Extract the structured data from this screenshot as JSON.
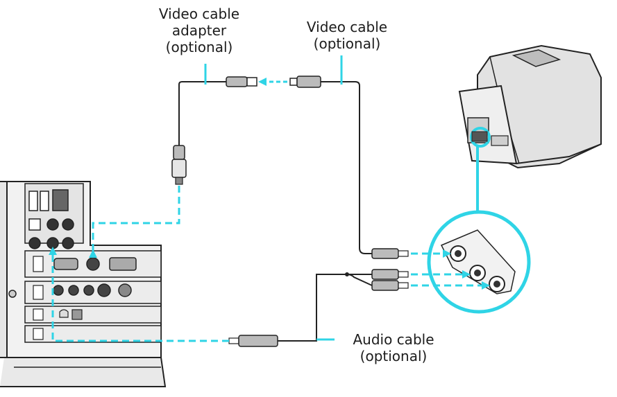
{
  "labels": {
    "video_cable_adapter": {
      "line1": "Video cable",
      "line2": "adapter",
      "line3": "(optional)"
    },
    "video_cable": {
      "line1": "Video cable",
      "line2": "(optional)"
    },
    "audio_cable": {
      "line1": "Audio cable",
      "line2": "(optional)"
    }
  },
  "colors": {
    "highlight": "#2fd4e6",
    "line": "#222222",
    "device_gray": "#d9d9d9",
    "device_dark": "#8c8c8c"
  }
}
